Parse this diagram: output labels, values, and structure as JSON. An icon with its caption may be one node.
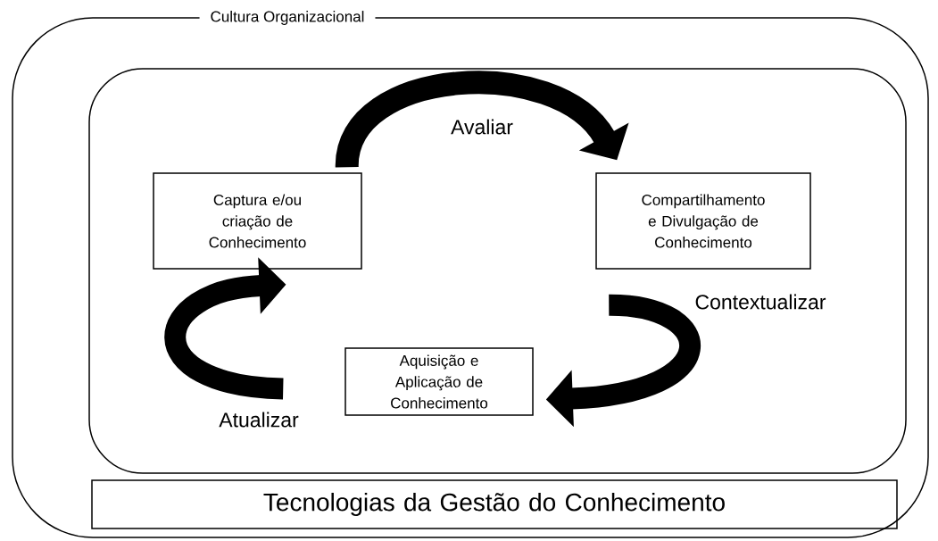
{
  "diagram": {
    "nodes": [
      {
        "text": [
          "Cultura Organizacional"
        ]
      },
      {
        "text": [],
        "shape": "box",
        "in": 0
      },
      {
        "text": [
          "Captura e/ou criação de Conhecimento"
        ],
        "in": 1
      },
      {
        "text": [
          "Compartilhamento e Divulgação de Conhecimento"
        ],
        "in": 1
      },
      {
        "text": [
          "Aquisição e Aplicação de Conhecimento"
        ],
        "in": 1
      },
      {
        "text": [
          "Tecnologias da Gestão do Conhecimento"
        ],
        "in": 0
      }
    ],
    "edges": [
      {
        "from": 2,
        "to": 3,
        "arrow": "to",
        "label": "Avaliar"
      },
      {
        "from": 3,
        "to": 4,
        "arrow": "to",
        "label": "Contextualizar"
      },
      {
        "from": 4,
        "to": 2,
        "arrow": "to",
        "label": "Atualizar"
      }
    ]
  }
}
